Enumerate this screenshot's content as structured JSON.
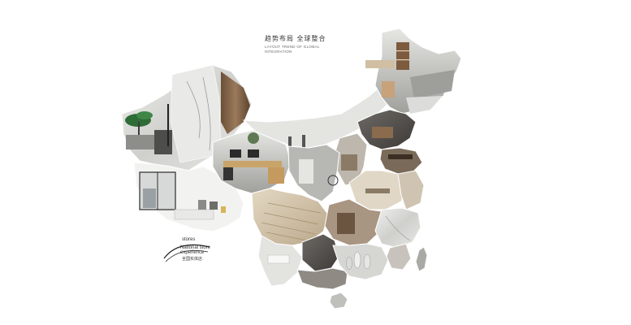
{
  "heading": {
    "title_cn": "趋势布局 全球整合",
    "subtitle_en": "LAYOUT TREND OF GLOBAL INTEGRATION"
  },
  "store_label": {
    "line1": "stores",
    "line2": "National store",
    "line3": "experience",
    "line4": "全国实体店"
  },
  "colors": {
    "background": "#ffffff",
    "marble": "#d9d9d6",
    "wood": "#8a6b4e",
    "dark_wood": "#5a4634",
    "grey_tile": "#a9a9a6",
    "light_grey": "#cfcfcc",
    "beige": "#d8cbb4",
    "plant_green": "#2f6b36"
  }
}
